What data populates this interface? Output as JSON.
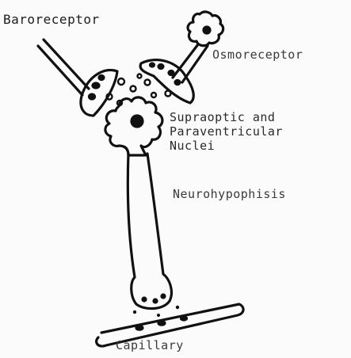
{
  "labels": {
    "baroreceptor": "Baroreceptor",
    "osmoreceptor": "Osmoreceptor",
    "nuclei": "Supraoptic and\nParaventricular\nNuclei",
    "neurohypophysis": "Neurohypophisis",
    "capillary": "Capillary"
  },
  "colors": {
    "ink": "#111111",
    "paper": "#fbfbfb"
  }
}
